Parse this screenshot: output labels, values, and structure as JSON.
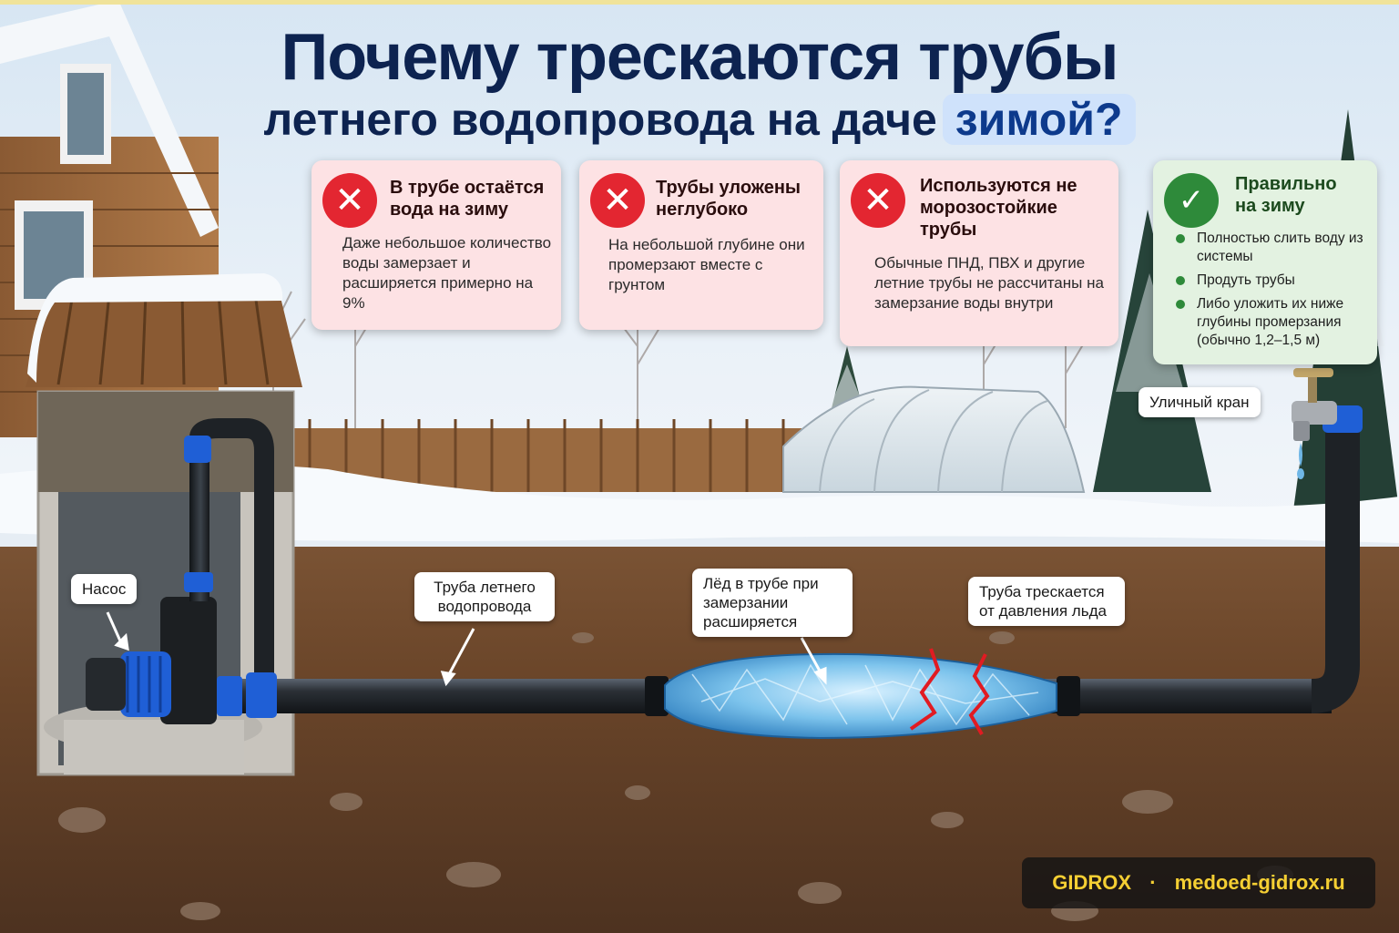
{
  "title": {
    "line1": "Почему трескаются трубы",
    "line2": "летнего водопровода на даче",
    "highlight": "зимой?"
  },
  "cards": [
    {
      "title": "В трубе остаётся вода на зиму",
      "text": "Даже небольшое количество воды замерзает и расширяется примерно на 9%",
      "status": "wrong",
      "icon": "cross-icon"
    },
    {
      "title": "Трубы уложены неглубоко",
      "text": "На небольшой глубине они промерзают вместе с грунтом",
      "status": "wrong",
      "icon": "cross-icon"
    },
    {
      "title": "Используются не морозостойкие трубы",
      "text": "Обычные ПНД, ПВХ и другие летние трубы не рассчитаны на замерзание воды внутри",
      "status": "wrong",
      "icon": "cross-icon"
    }
  ],
  "correct": {
    "title": "Правильно на зиму",
    "icon": "checkmark-icon",
    "items": [
      "Полностью слить воду из системы",
      "Продуть трубы",
      "Либо уложить их ниже глубины промерзания (обычно 1,2–1,5 м)"
    ]
  },
  "labels": {
    "tap": "Уличный кран",
    "pump": "Насос",
    "pipe": "Труба летнего водопровода",
    "ice": "Лёд в трубе при замерзании расширяется",
    "crack": "Труба трескается от давления льда"
  },
  "brand": {
    "name": "GIDROX",
    "separator": "·",
    "site": "medoed-gidrox.ru"
  },
  "colors": {
    "title": "#0d2350",
    "wrong": "#e32631",
    "right": "#2e8a3a",
    "brand": "#f5cf33",
    "pipe": "#1e2226",
    "fitting": "#1f5fd6"
  }
}
